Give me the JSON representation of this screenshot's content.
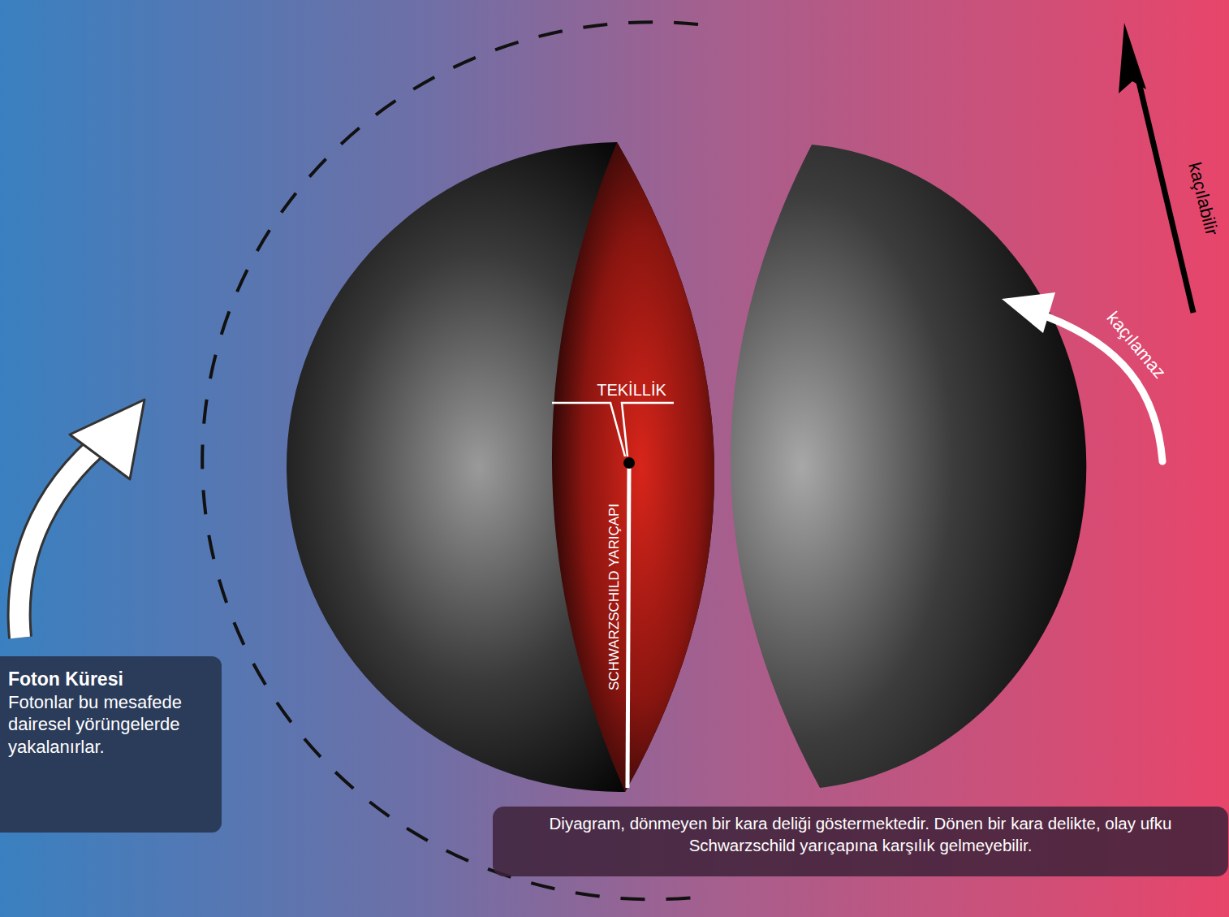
{
  "diagram": {
    "nodes": [
      {
        "text": [
          "Foton Küresi",
          "Fotonlar bu mesafede dairesel yörüngelerde yakalanırlar."
        ]
      },
      {
        "text": [
          "Diyagram, dönmeyen bir kara deliği göstermektedir. Dönen bir kara delikte, olay ufku Schwarzschild yarıçapına karşılık gelmeyebilir."
        ]
      }
    ],
    "labels": [
      "TEKİLLİK",
      "SCHWARZSCHILD YARIÇAPI",
      "kaçılamaz",
      "kaçılabilir"
    ]
  }
}
